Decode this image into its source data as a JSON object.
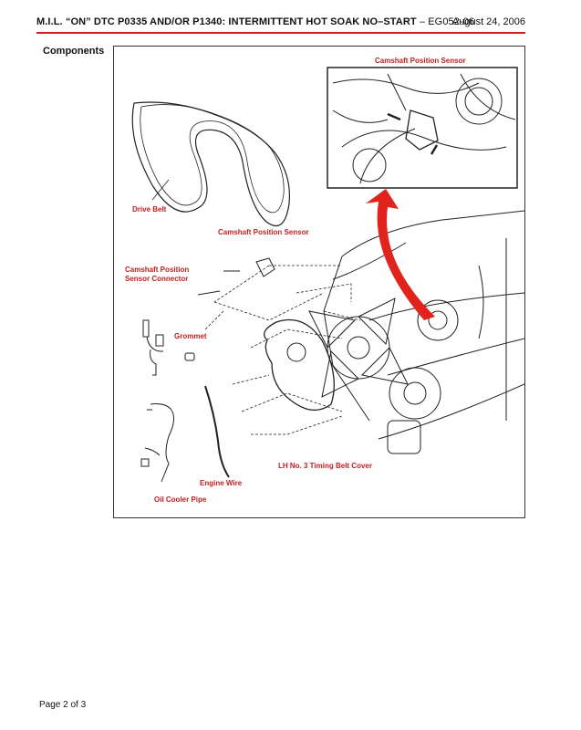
{
  "header": {
    "title": "M.I.L. “ON” DTC P0335 AND/OR P1340: INTERMITTENT HOT SOAK NO–START",
    "code": "– EG052-06",
    "date": "August 24, 2006"
  },
  "section": {
    "heading": "Components"
  },
  "figure": {
    "labels": {
      "inset": "Camshaft Position Sensor",
      "drive_belt": "Drive Belt",
      "cam_sensor": "Camshaft Position Sensor",
      "connector_line1": "Camshaft Position",
      "connector_line2": "Sensor Connector",
      "grommet": "Grommet",
      "timing_cover": "LH No. 3 Timing Belt Cover",
      "engine_wire": "Engine Wire",
      "oil_cooler": "Oil Cooler Pipe"
    },
    "colors": {
      "label": "#c41e1e",
      "arrow": "#e0231c",
      "rule": "#d42020"
    }
  },
  "footer": {
    "page": "Page 2 of 3"
  }
}
